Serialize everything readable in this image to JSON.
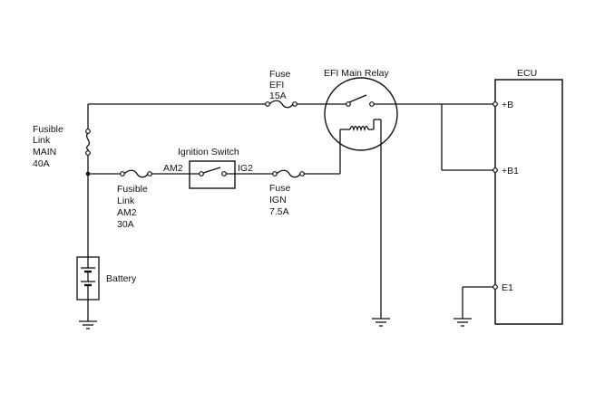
{
  "labels": {
    "fusible_main": [
      "Fusible",
      "Link",
      "MAIN",
      "40A"
    ],
    "fusible_am2": [
      "Fusible",
      "Link",
      "AM2",
      "30A"
    ],
    "battery": "Battery",
    "ignition_switch": "Ignition Switch",
    "am2_terminal": "AM2",
    "ig2_terminal": "IG2",
    "fuse_efi": [
      "Fuse",
      "EFI",
      "15A"
    ],
    "fuse_ign": [
      "Fuse",
      "IGN",
      "7.5A"
    ],
    "efi_relay": "EFI Main Relay",
    "ecu": "ECU",
    "ecu_b": "+B",
    "ecu_b1": "+B1",
    "ecu_e1": "E1"
  }
}
